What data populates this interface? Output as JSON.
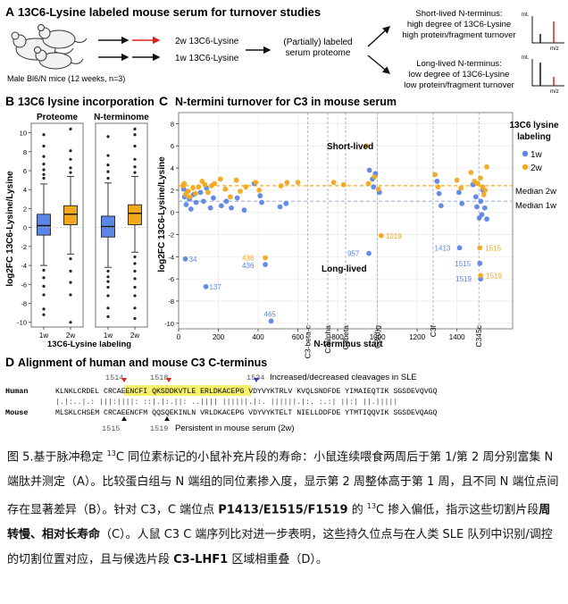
{
  "panelA": {
    "label": "A",
    "title": "13C6-Lysine labeled mouse serum for turnover studies",
    "mice_caption": "Male Bl6/N mice (12 weeks, n=3)",
    "arm_2w": "2w 13C6-Lysine",
    "arm_1w": "1w 13C6-Lysine",
    "proteome_label_1": "(Partially) labeled",
    "proteome_label_2": "serum proteome",
    "short_lines": [
      "Short-lived N-terminus:",
      "high degree of 13C6-Lysine",
      "high protein/fragment turnover"
    ],
    "long_lines": [
      "Long-lived N-terminus:",
      "low degree of 13C6-Lysine",
      "low protein/fragment turnover"
    ],
    "spec_y": "Int.",
    "spec_x": "m/z"
  },
  "panelB": {
    "label": "B",
    "title": "13C6 lysine incorporation",
    "sub1": "Proteome",
    "sub2": "N-terminome",
    "ylabel": "log2FC 13C6-Lysine/Lysine",
    "xlabel": "13C6-Lysine labeling",
    "yticks": [
      "10",
      "8",
      "6",
      "4",
      "2",
      "0",
      "-2",
      "-4",
      "-6",
      "-8",
      "-10"
    ],
    "xcats": [
      "1w",
      "2w"
    ]
  },
  "panelC": {
    "label": "C",
    "title": "N-termini turnover for C3 in mouse serum",
    "legend_title": "13C6 lysine labeling",
    "legend": [
      {
        "name": "1w",
        "color": "#5b86e5"
      },
      {
        "name": "2w",
        "color": "#f2a81d"
      }
    ],
    "short_lived": "Short-lived",
    "long_lived": "Long-lived",
    "median_2w": "Median 2w",
    "median_1w": "Median 1w",
    "ylabel": "log2FC 13C6-Lysine/Lysine",
    "xlabel": "N-terminus start",
    "yticks": [
      "8",
      "6",
      "4",
      "2",
      "0",
      "-2",
      "-4",
      "-6",
      "-8",
      "-10"
    ],
    "xticks": [
      "0",
      "200",
      "400",
      "600",
      "800",
      "1000",
      "1200",
      "1400"
    ],
    "domains": [
      "C3-beta-c",
      "C3alpha",
      "C3beta",
      "C3(d)g",
      "C3f",
      "C345c"
    ],
    "point_labels": [
      "34",
      "137",
      "436",
      "436",
      "465",
      "957",
      "1019",
      "1413",
      "1515",
      "1515",
      "1519",
      "1519"
    ]
  },
  "panelD": {
    "label": "D",
    "title": "Alignment of human and mouse C3 C-terminus",
    "top_numbers": [
      "1514",
      "1518",
      "1534"
    ],
    "top_note": "Increased/decreased cleavages in SLE",
    "human_label": "Human",
    "mouse_label": "Mouse",
    "human_pre": "KLNKLCRDEL CRCA",
    "human_hl": "EENCFI QKSDDKVTLE ER",
    "human_post": "LDKACEPG VDYVYKTRLV KVQLSNDFDE YIMAIEQTIK SGSDEVQVGQ",
    "match_line": "|.|:..|.: |||:||||:  ::|.|:.||: ..|||| ||||||.|:. ||||||.|:. :.:| ||:| ||.|||||",
    "mouse_seq": "MLSKLCHSEM CRCAEENCFM QQSQEKINLN VRLDKACEPG VDYVYKTELT NIELLDDFDE YTMTIQQVIK SGSDEVQAGQ",
    "bottom_numbers": [
      "1515",
      "1519"
    ],
    "bottom_note": "Persistent in mouse serum (2w)"
  },
  "caption": {
    "p1": "图 5.基于脉冲稳定 ",
    "p2": "13",
    "p3": "C 同位素标记的小鼠补充片段的寿命：小鼠连续喂食两周后于第 1/第 2 周分别富集 N 端肽并测定（A）。比较蛋白组与 N 端组的同位素掺入度，显示第 2 周整体高于第 1 周，且不同 N 端位点间存在显著差异（B）。针对 C3，C 端位点 ",
    "b1": "P1413/E1515/F1519",
    "p4": " 的 ",
    "p5": "13",
    "p6": "C 掺入偏低，指示这些切割片段",
    "b2": "周转慢、相对长寿命",
    "p7": "（C）。人鼠 C3 C 端序列比对进一步表明，这些持久位点与在人类 SLE 队列中识别/调控的切割位置对应，且与候选片段 ",
    "b3": "C3-LHF1",
    "p8": " 区域相重叠（D）。"
  },
  "chart_data": [
    {
      "type": "box",
      "title": "13C6 lysine incorporation",
      "ylabel": "log2FC 13C6-Lysine/Lysine",
      "xlabel": "13C6-Lysine labeling",
      "ylim": [
        -10.5,
        11
      ],
      "panels": [
        {
          "name": "Proteome",
          "boxes": [
            {
              "category": "1w",
              "color": "#5b86e5",
              "q1": -0.8,
              "median": 0.2,
              "q3": 1.4,
              "whisker_low": -4,
              "whisker_high": 4.6,
              "outliers": [
                5.2,
                5.6,
                6.1,
                6.7,
                7.5,
                8.6,
                9.8,
                -4.5,
                -5.3,
                -6.2,
                -7.1,
                -8.6,
                -9.2
              ]
            },
            {
              "category": "2w",
              "color": "#f2a81d",
              "q1": 0.3,
              "median": 1.4,
              "q3": 2.3,
              "whisker_low": -2.8,
              "whisker_high": 5.4,
              "outliers": [
                5.8,
                6.3,
                7.2,
                8.1,
                10.4,
                -3.3,
                -4.6,
                -5.8,
                -7.1,
                -10
              ]
            }
          ]
        },
        {
          "name": "N-terminome",
          "boxes": [
            {
              "category": "1w",
              "color": "#5b86e5",
              "q1": -1,
              "median": 0.1,
              "q3": 1.2,
              "whisker_low": -4.2,
              "whisker_high": 4.7,
              "outliers": [
                5.2,
                5.9,
                6.6,
                7.6,
                9.6,
                -4.6,
                -5.2,
                -5.7,
                -6.3,
                -7.2,
                -8.5,
                -9.4
              ]
            },
            {
              "category": "2w",
              "color": "#f2a81d",
              "q1": 0.3,
              "median": 1.5,
              "q3": 2.4,
              "whisker_low": -2.6,
              "whisker_high": 5.4,
              "outliers": [
                5.8,
                6.4,
                7.2,
                8.6,
                9.8,
                10.4,
                -3.1,
                -3.8,
                -4.6,
                -5.4,
                -6.3,
                -7.2,
                -8.5,
                -9.6
              ]
            }
          ]
        }
      ]
    },
    {
      "type": "scatter",
      "title": "N-termini turnover for C3 in mouse serum",
      "xlabel": "N-terminus start",
      "ylabel": "log2FC 13C6-Lysine/Lysine",
      "xlim": [
        0,
        1680
      ],
      "ylim": [
        -10.5,
        9
      ],
      "median_lines": [
        {
          "name": "Median 2w",
          "y": 2.4,
          "color": "#f2a81d"
        },
        {
          "name": "Median 1w",
          "y": 1.0,
          "color": "#aabbd8"
        }
      ],
      "domain_boundaries": [
        {
          "name": "C3-beta-c",
          "x": 650
        },
        {
          "name": "C3alpha",
          "x": 750
        },
        {
          "name": "C3beta",
          "x": 840
        },
        {
          "name": "C3(d)g",
          "x": 1000
        },
        {
          "name": "C3f",
          "x": 1280
        },
        {
          "name": "C345c",
          "x": 1510
        }
      ],
      "series": [
        {
          "name": "1w",
          "color": "#5b86e5",
          "points": [
            [
              25,
              2.1
            ],
            [
              30,
              1.4
            ],
            [
              38,
              0.7
            ],
            [
              45,
              1.9
            ],
            [
              55,
              1.2
            ],
            [
              62,
              0.3
            ],
            [
              75,
              1.6
            ],
            [
              88,
              0.9
            ],
            [
              110,
              1.8
            ],
            [
              125,
              1.0
            ],
            [
              140,
              2.2
            ],
            [
              160,
              0.4
            ],
            [
              175,
              1.3
            ],
            [
              34,
              -4.2
            ],
            [
              137,
              -6.7
            ],
            [
              215,
              0.6
            ],
            [
              240,
              1.0
            ],
            [
              265,
              0.4
            ],
            [
              295,
              1.3
            ],
            [
              330,
              0.2
            ],
            [
              380,
              2.6
            ],
            [
              410,
              1.5
            ],
            [
              418,
              0.9
            ],
            [
              436,
              -4.7
            ],
            [
              465,
              -9.8
            ],
            [
              510,
              0.5
            ],
            [
              540,
              0.8
            ],
            [
              960,
              3.8
            ],
            [
              975,
              3.0
            ],
            [
              980,
              2.3
            ],
            [
              990,
              3.5
            ],
            [
              1010,
              1.8
            ],
            [
              957,
              -3.7
            ],
            [
              1300,
              2.8
            ],
            [
              1310,
              1.7
            ],
            [
              1320,
              0.6
            ],
            [
              1410,
              1.8
            ],
            [
              1425,
              0.8
            ],
            [
              1413,
              -3.2
            ],
            [
              1480,
              2.5
            ],
            [
              1495,
              1.4
            ],
            [
              1500,
              0.5
            ],
            [
              1512,
              -0.5
            ],
            [
              1520,
              1.0
            ],
            [
              1525,
              -0.2
            ],
            [
              1530,
              2.0
            ],
            [
              1540,
              0.4
            ],
            [
              1550,
              -0.6
            ],
            [
              1515,
              -4.6
            ],
            [
              1519,
              -6.0
            ]
          ]
        },
        {
          "name": "2w",
          "color": "#f2a81d",
          "points": [
            [
              22,
              2.4
            ],
            [
              28,
              2.6
            ],
            [
              35,
              1.6
            ],
            [
              48,
              1.9
            ],
            [
              58,
              1.4
            ],
            [
              72,
              2.2
            ],
            [
              85,
              1.7
            ],
            [
              100,
              2.3
            ],
            [
              118,
              2.8
            ],
            [
              132,
              2.5
            ],
            [
              148,
              1.8
            ],
            [
              165,
              2.4
            ],
            [
              180,
              2.6
            ],
            [
              210,
              3.0
            ],
            [
              235,
              2.1
            ],
            [
              260,
              1.4
            ],
            [
              290,
              2.9
            ],
            [
              310,
              1.9
            ],
            [
              338,
              2.3
            ],
            [
              388,
              2.7
            ],
            [
              405,
              2.0
            ],
            [
              436,
              -4.1
            ],
            [
              515,
              2.4
            ],
            [
              545,
              2.7
            ],
            [
              600,
              2.7
            ],
            [
              780,
              2.7
            ],
            [
              830,
              2.5
            ],
            [
              945,
              6.0
            ],
            [
              955,
              2.6
            ],
            [
              985,
              3.2
            ],
            [
              1005,
              2.1
            ],
            [
              1019,
              -2.1
            ],
            [
              1290,
              3.4
            ],
            [
              1305,
              2.3
            ],
            [
              1400,
              2.9
            ],
            [
              1420,
              2.2
            ],
            [
              1470,
              3.6
            ],
            [
              1488,
              2.8
            ],
            [
              1505,
              2.6
            ],
            [
              1518,
              3.1
            ],
            [
              1528,
              2.3
            ],
            [
              1535,
              1.6
            ],
            [
              1542,
              2.0
            ],
            [
              1550,
              4.1
            ],
            [
              1515,
              -3.2
            ],
            [
              1519,
              -5.7
            ]
          ]
        }
      ]
    }
  ]
}
